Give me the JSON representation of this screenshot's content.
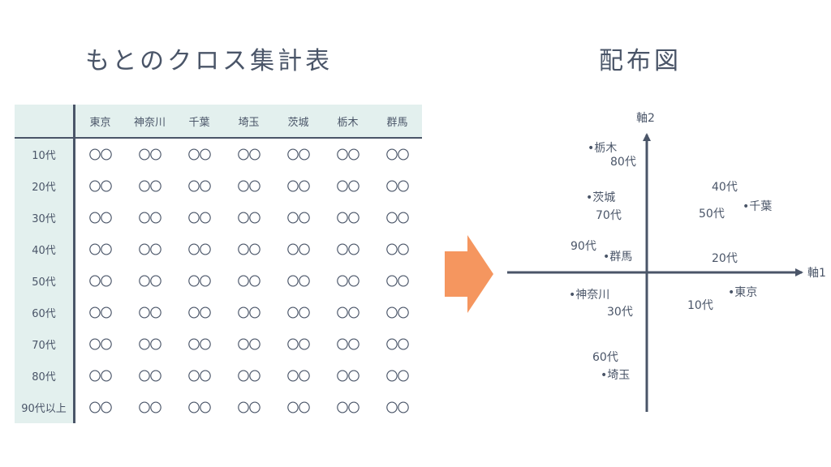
{
  "left_title": "もとのクロス集計表",
  "right_title": "配布図",
  "table": {
    "columns": [
      "東京",
      "神奈川",
      "千葉",
      "埼玉",
      "茨城",
      "栃木",
      "群馬"
    ],
    "rows": [
      {
        "label": "10代",
        "cells": [
          "〇〇",
          "〇〇",
          "〇〇",
          "〇〇",
          "〇〇",
          "〇〇",
          "〇〇"
        ]
      },
      {
        "label": "20代",
        "cells": [
          "〇〇",
          "〇〇",
          "〇〇",
          "〇〇",
          "〇〇",
          "〇〇",
          "〇〇"
        ]
      },
      {
        "label": "30代",
        "cells": [
          "〇〇",
          "〇〇",
          "〇〇",
          "〇〇",
          "〇〇",
          "〇〇",
          "〇〇"
        ]
      },
      {
        "label": "40代",
        "cells": [
          "〇〇",
          "〇〇",
          "〇〇",
          "〇〇",
          "〇〇",
          "〇〇",
          "〇〇"
        ]
      },
      {
        "label": "50代",
        "cells": [
          "〇〇",
          "〇〇",
          "〇〇",
          "〇〇",
          "〇〇",
          "〇〇",
          "〇〇"
        ]
      },
      {
        "label": "60代",
        "cells": [
          "〇〇",
          "〇〇",
          "〇〇",
          "〇〇",
          "〇〇",
          "〇〇",
          "〇〇"
        ]
      },
      {
        "label": "70代",
        "cells": [
          "〇〇",
          "〇〇",
          "〇〇",
          "〇〇",
          "〇〇",
          "〇〇",
          "〇〇"
        ]
      },
      {
        "label": "80代",
        "cells": [
          "〇〇",
          "〇〇",
          "〇〇",
          "〇〇",
          "〇〇",
          "〇〇",
          "〇〇"
        ]
      },
      {
        "label": "90代以上",
        "cells": [
          "〇〇",
          "〇〇",
          "〇〇",
          "〇〇",
          "〇〇",
          "〇〇",
          "〇〇"
        ]
      }
    ]
  },
  "arrow_color": "#f5965f",
  "axis_color": "#4a5568",
  "diagram": {
    "axis1_label": "軸1",
    "axis2_label": "軸2",
    "regions": {
      "tochigi": "•栃木",
      "ibaraki": "•茨城",
      "gunma": "•群馬",
      "kanagawa": "•神奈川",
      "saitama": "•埼玉",
      "chiba": "•千葉",
      "tokyo": "•東京"
    },
    "ages": {
      "a80": "80代",
      "a70": "70代",
      "a90": "90代",
      "a30": "30代",
      "a60": "60代",
      "a40": "40代",
      "a50": "50代",
      "a20": "20代",
      "a10": "10代"
    }
  }
}
